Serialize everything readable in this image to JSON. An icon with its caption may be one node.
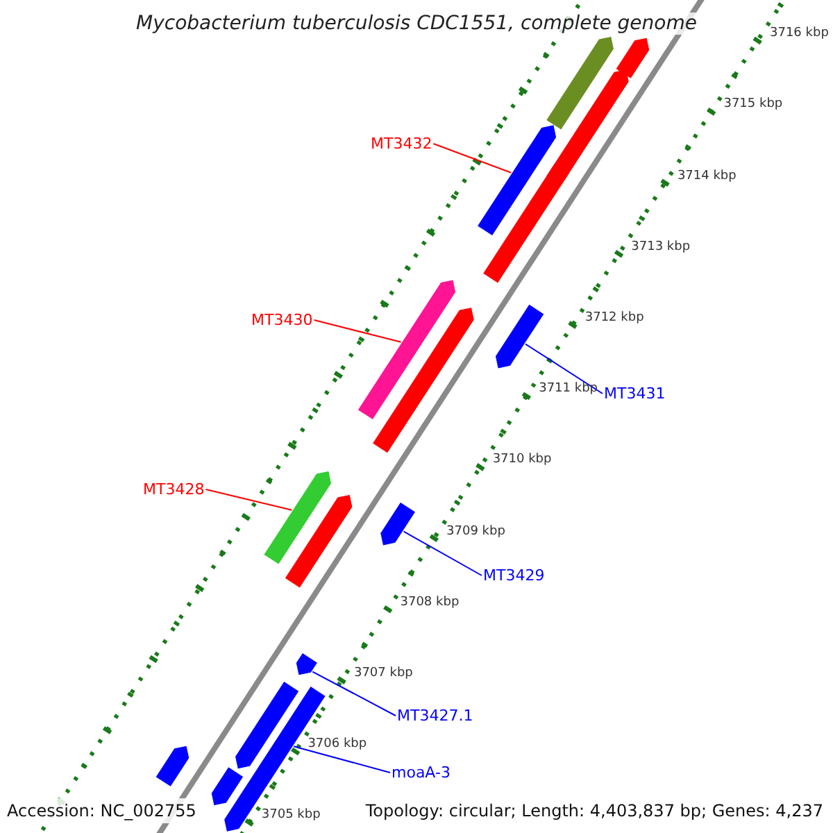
{
  "diagram": {
    "title": "Mycobacterium tuberculosis CDC1551, complete genome",
    "nodes": [
      {
        "text": [
          "MT3432"
        ]
      },
      {
        "text": [],
        "shape": "bar"
      },
      {
        "text": [
          "MT3430"
        ]
      },
      {
        "text": [],
        "shape": "bar"
      },
      {
        "text": [
          "MT3428"
        ]
      },
      {
        "text": [],
        "shape": "bar"
      },
      {
        "text": [
          "MT3431"
        ]
      },
      {
        "text": [],
        "shape": "bar"
      },
      {
        "text": [
          "MT3429"
        ]
      },
      {
        "text": [],
        "shape": "bar"
      },
      {
        "text": [
          "MT3427.1"
        ]
      },
      {
        "text": [],
        "shape": "bar"
      },
      {
        "text": [
          "moaA-3"
        ]
      },
      {
        "text": [],
        "shape": "bar"
      },
      {
        "text": [],
        "shape": "bar"
      },
      {
        "text": [],
        "shape": "bar"
      },
      {
        "text": [],
        "shape": "bar"
      },
      {
        "text": [],
        "shape": "bar"
      },
      {
        "text": [],
        "shape": "bar"
      },
      {
        "text": [],
        "shape": "bar"
      },
      {
        "text": [],
        "shape": "bar"
      },
      {
        "text": [],
        "shape": "bar"
      },
      {
        "text": [],
        "shape": "bar"
      },
      {
        "text": [],
        "shape": "bar"
      }
    ],
    "edges": [
      {
        "from": 0,
        "to": 1,
        "arrow": "none",
        "color": "#ff0000"
      },
      {
        "from": 2,
        "to": 3,
        "arrow": "none",
        "color": "#ff0000"
      },
      {
        "from": 4,
        "to": 5,
        "arrow": "none",
        "color": "#ff0000"
      },
      {
        "from": 6,
        "to": 7,
        "arrow": "none"
      },
      {
        "from": 8,
        "to": 9,
        "arrow": "none"
      },
      {
        "from": 10,
        "to": 11,
        "arrow": "none"
      },
      {
        "from": 12,
        "to": 13,
        "arrow": "none"
      }
    ],
    "labels": [
      "3716 kbp",
      "3715 kbp",
      "3714 kbp",
      "3713 kbp",
      "3712 kbp",
      "3711 kbp",
      "3710 kbp",
      "3709 kbp",
      "3708 kbp",
      "3707 kbp",
      "3706 kbp",
      "3705 kbp",
      "Accession: NC_002755",
      "Topology: circular; Length: 4,403,837 bp; Genes: 4,237"
    ]
  }
}
